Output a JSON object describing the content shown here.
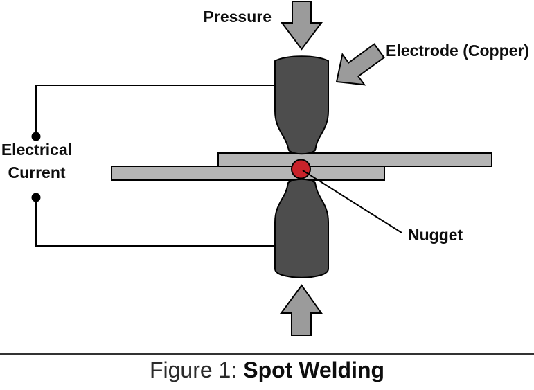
{
  "labels": {
    "pressure": "Pressure",
    "electrode": "Electrode (Copper)",
    "electrical_line1": "Electrical",
    "electrical_line2": "Current",
    "nugget": "Nugget"
  },
  "caption": {
    "prefix": "Figure 1:",
    "title": "Spot Welding"
  },
  "colors": {
    "electrode": "#4d4d4d",
    "arrow": "#9b9b9b",
    "sheet": "#b5b5b5",
    "nugget": "#c8222a",
    "node": "#000000",
    "rule": "#333333"
  }
}
